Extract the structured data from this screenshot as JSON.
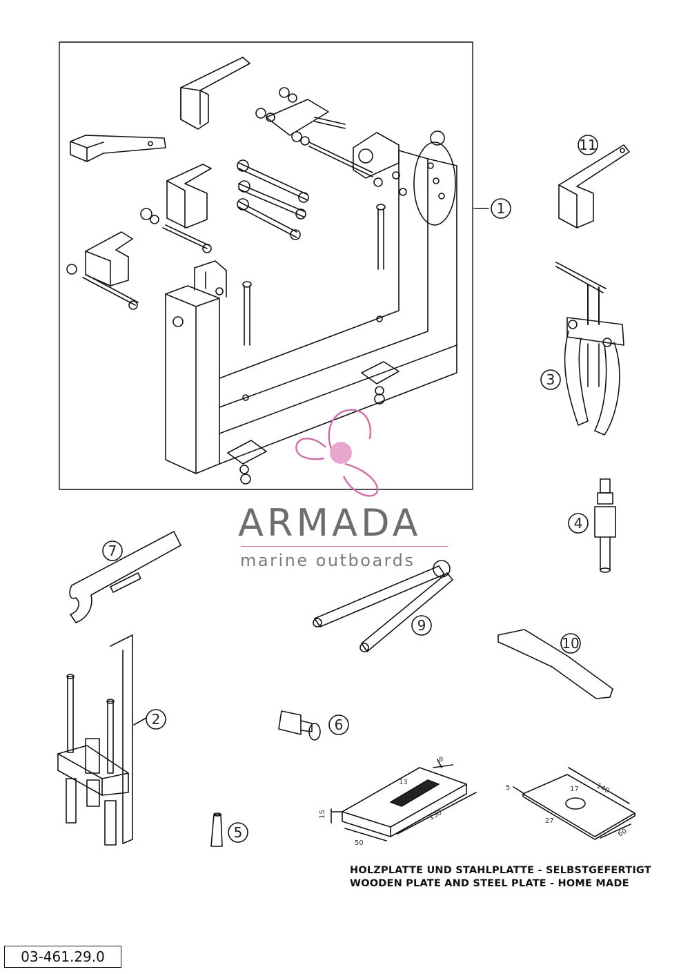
{
  "diagram": {
    "callouts": [
      "1",
      "2",
      "3",
      "4",
      "5",
      "6",
      "7",
      "9",
      "10",
      "11"
    ],
    "wooden_plate_dims": [
      "8",
      "13",
      "130",
      "15",
      "50"
    ],
    "steel_plate_dims": [
      "5",
      "140",
      "17",
      "27",
      "60"
    ]
  },
  "watermark": {
    "name": "ARMADA",
    "tagline": "marine outboards",
    "accent_color": "#d06fa9"
  },
  "notes": {
    "german": "HOLZPLATTE UND STAHLPLATTE - SELBSTGEFERTIGT",
    "english": "WOODEN PLATE AND STEEL PLATE - HOME MADE"
  },
  "part_number": "03-461.29.0"
}
